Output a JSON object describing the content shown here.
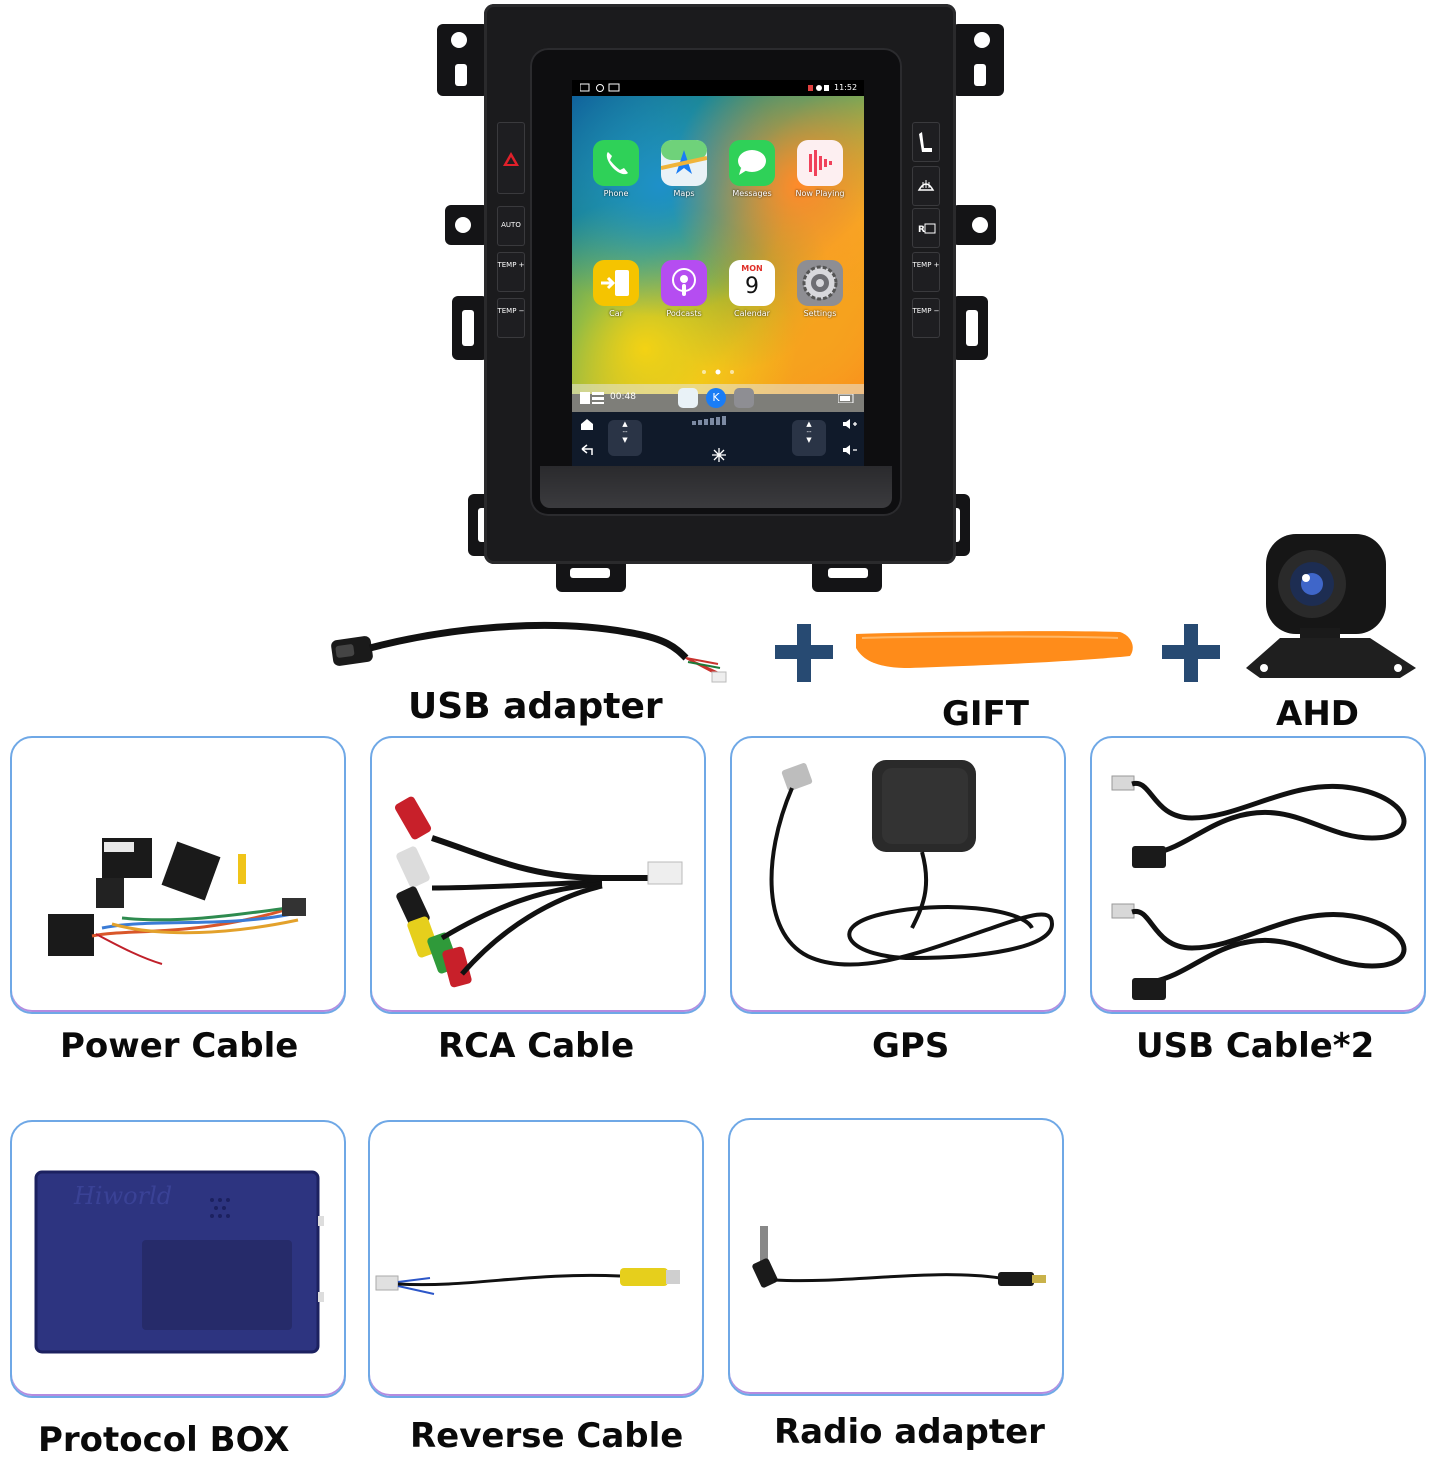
{
  "head_unit": {
    "status_bar": {
      "time": "11:52"
    },
    "apps": [
      {
        "label": "Phone",
        "color": "#2fd158"
      },
      {
        "label": "Maps",
        "color": "#e9f2f7"
      },
      {
        "label": "Messages",
        "color": "#2fd158"
      },
      {
        "label": "Now Playing",
        "color": "#fdeff1"
      },
      {
        "label": "Car",
        "color": "#f5c400"
      },
      {
        "label": "Podcasts",
        "color": "#b54df1"
      },
      {
        "label": "Calendar",
        "color": "#ffffff",
        "day": "MON",
        "date": "9"
      },
      {
        "label": "Settings",
        "color": "#8e8e93"
      }
    ],
    "dock": {
      "time": "00:48"
    },
    "left_buttons": [
      "AUTO",
      "TEMP +",
      "TEMP −"
    ],
    "right_buttons": [
      "TEMP +",
      "TEMP −"
    ]
  },
  "extras": {
    "usb_adapter": "USB adapter",
    "gift": "GIFT",
    "ahd": "AHD",
    "gift_color": "#ff8c1a",
    "plus_color": "#274a72"
  },
  "products": [
    {
      "label": "Power Cable"
    },
    {
      "label": "RCA Cable"
    },
    {
      "label": "GPS"
    },
    {
      "label": "USB Cable*2"
    },
    {
      "label": "Protocol BOX",
      "brand": "Hiworld"
    },
    {
      "label": "Reverse Cable"
    },
    {
      "label": "Radio adapter"
    }
  ]
}
